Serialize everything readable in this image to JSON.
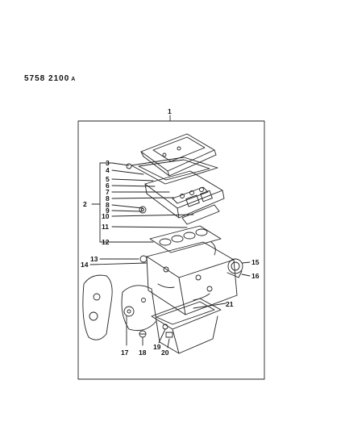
{
  "diagram": {
    "part_code": "5758 2100",
    "part_code_suffix": "A",
    "callouts": {
      "c1": "1",
      "c2": "2",
      "c3": "3",
      "c4": "4",
      "c5": "5",
      "c6": "6",
      "c7": "7",
      "c8a": "8",
      "c8b": "8",
      "c9": "9",
      "c10": "10",
      "c11": "11",
      "c12": "12",
      "c13": "13",
      "c14": "14",
      "c15": "15",
      "c16": "16",
      "c17": "17",
      "c18": "18",
      "c19": "19",
      "c20": "20",
      "c21": "21"
    }
  }
}
